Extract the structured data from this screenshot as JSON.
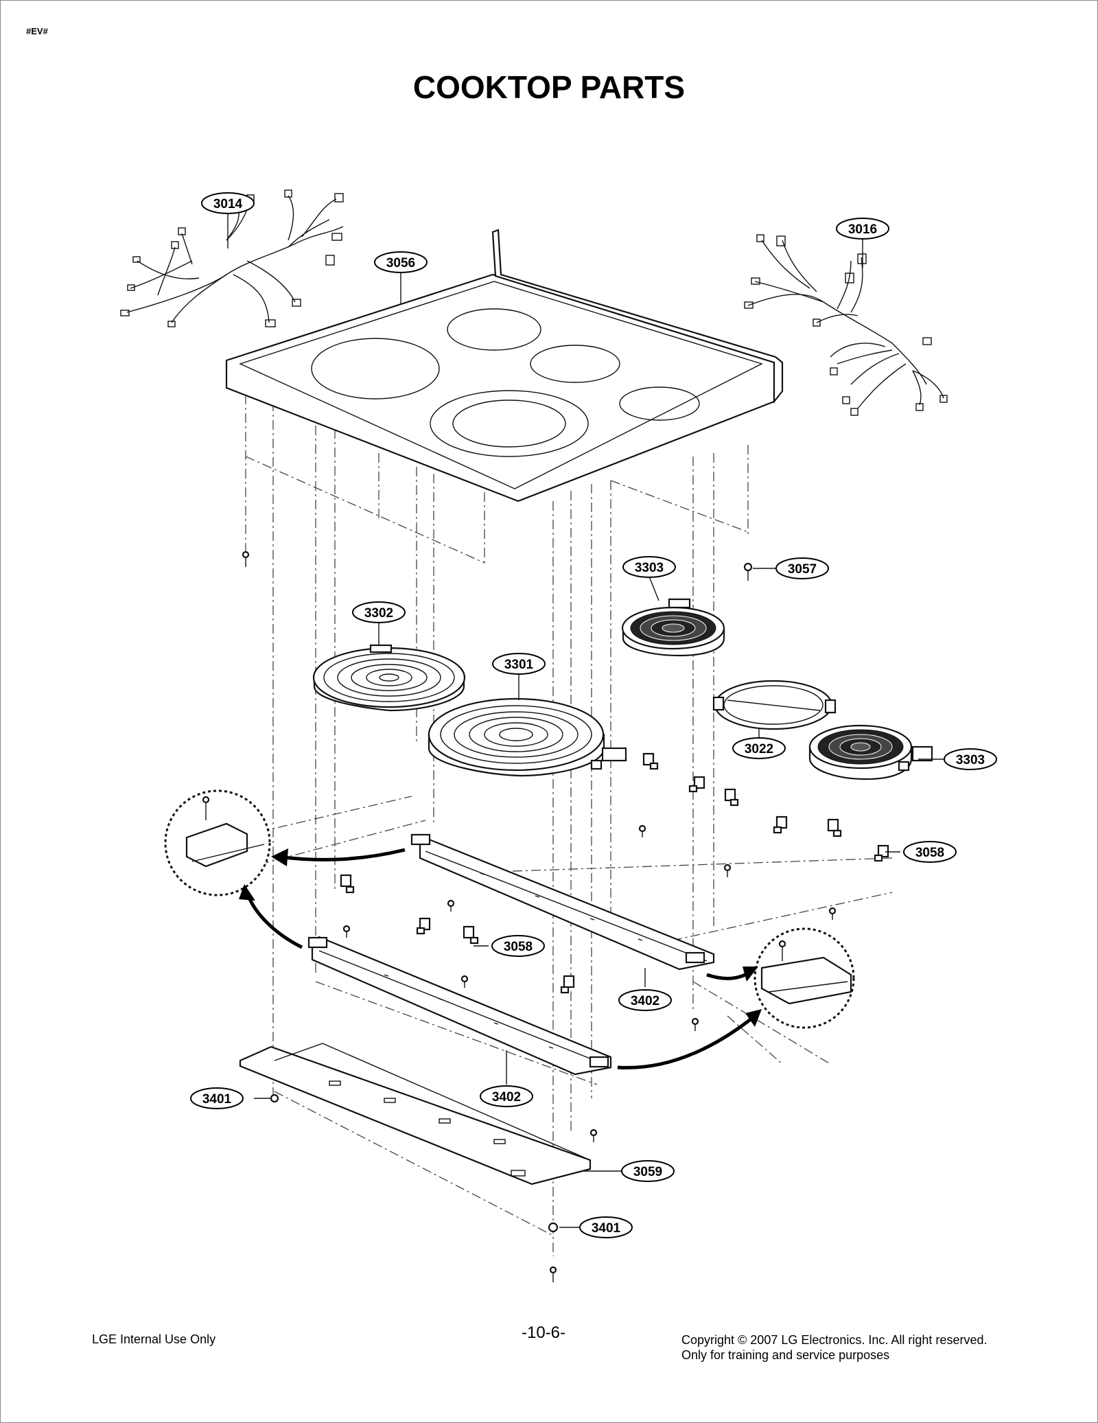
{
  "header": {
    "tag": "#EV#",
    "title": "COOKTOP PARTS"
  },
  "callouts": [
    {
      "id": "c3014",
      "label": "3014"
    },
    {
      "id": "c3056",
      "label": "3056"
    },
    {
      "id": "c3016",
      "label": "3016"
    },
    {
      "id": "c3057",
      "label": "3057"
    },
    {
      "id": "c3303a",
      "label": "3303"
    },
    {
      "id": "c3302",
      "label": "3302"
    },
    {
      "id": "c3301",
      "label": "3301"
    },
    {
      "id": "c3022",
      "label": "3022"
    },
    {
      "id": "c3303b",
      "label": "3303"
    },
    {
      "id": "c3058a",
      "label": "3058"
    },
    {
      "id": "c3058b",
      "label": "3058"
    },
    {
      "id": "c3402a",
      "label": "3402"
    },
    {
      "id": "c3402b",
      "label": "3402"
    },
    {
      "id": "c3401a",
      "label": "3401"
    },
    {
      "id": "c3059",
      "label": "3059"
    },
    {
      "id": "c3401b",
      "label": "3401"
    }
  ],
  "footer": {
    "left": "LGE Internal Use Only",
    "page": "-10-6-",
    "copyright_line1": "Copyright © 2007 LG Electronics. Inc. All right reserved.",
    "copyright_line2": "Only for training and service purposes"
  }
}
